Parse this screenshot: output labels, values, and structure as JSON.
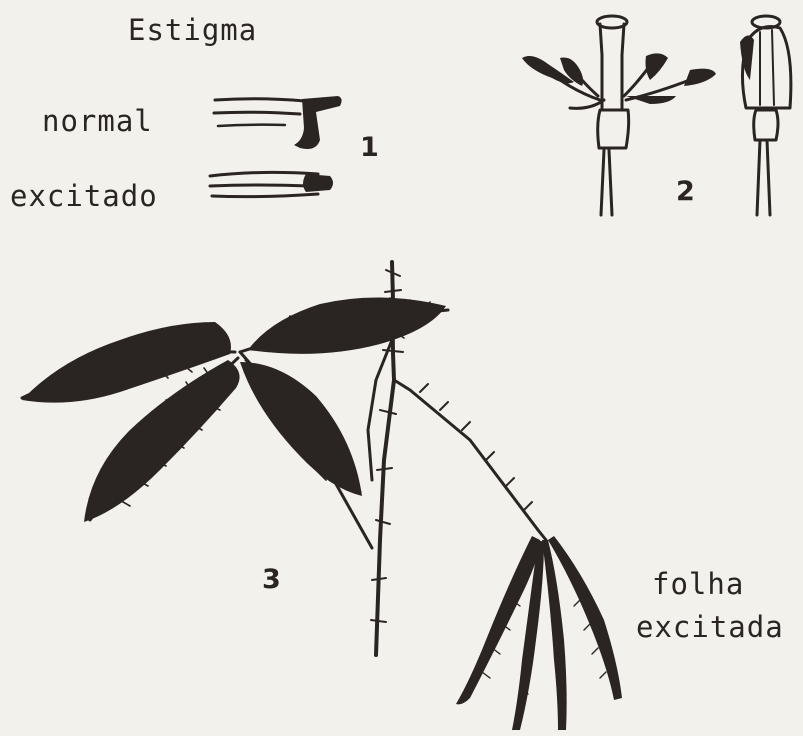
{
  "labels": {
    "stigma_title": "Estigma",
    "normal": "normal",
    "excited": "excitado",
    "excited_leaf_line1": "folha",
    "excited_leaf_line2": "excitada"
  },
  "figure_numbers": {
    "fig1": "1",
    "fig2": "2",
    "fig3": "3"
  },
  "colors": {
    "background": "#f3f1ec",
    "ink": "#2a2522"
  }
}
